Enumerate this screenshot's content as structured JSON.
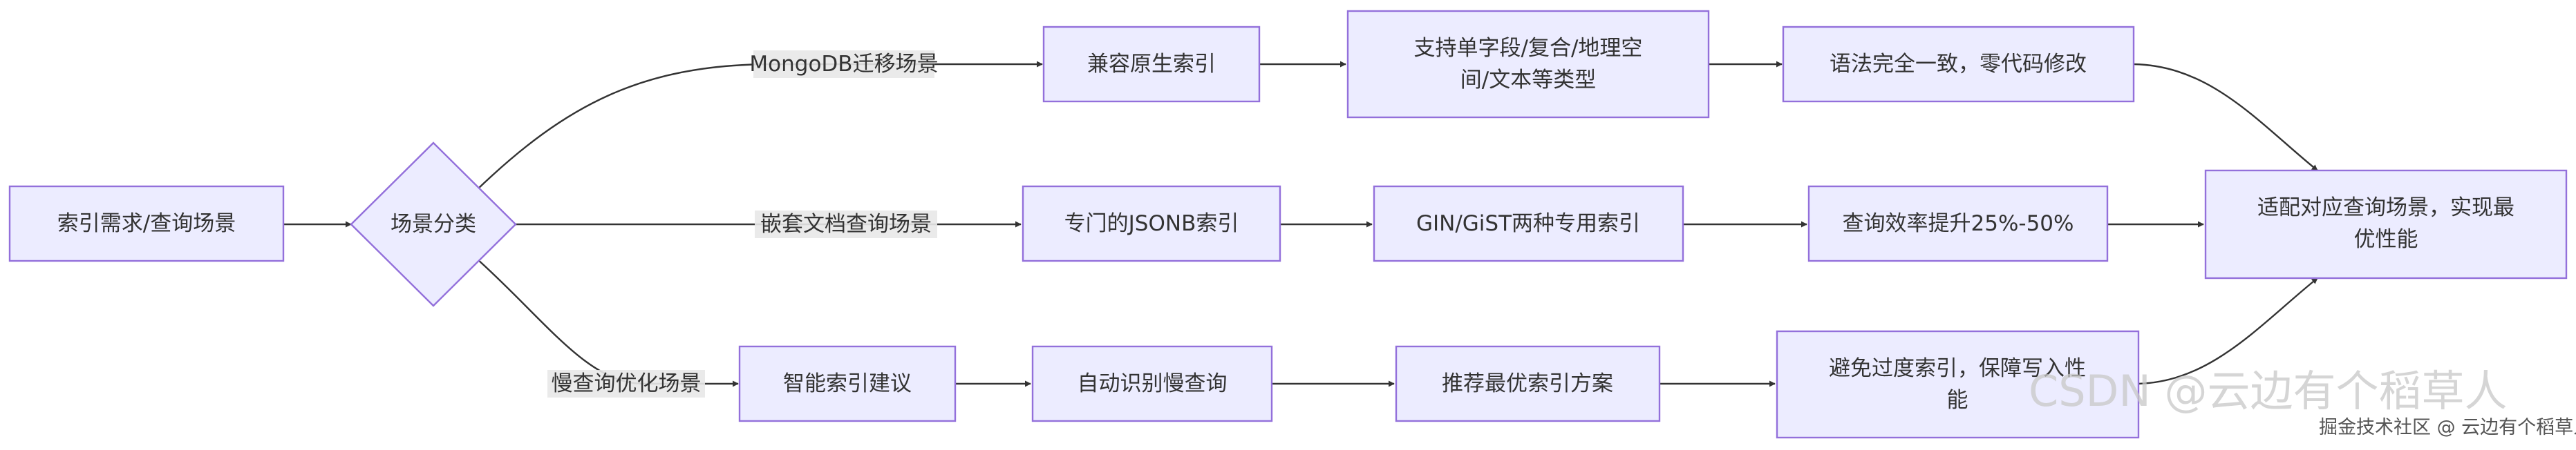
{
  "diagram": {
    "nodes": {
      "start": {
        "lines": [
          "索引需求/查询场景"
        ]
      },
      "decision": {
        "lines": [
          "场景分类"
        ]
      },
      "mongo_compat": {
        "lines": [
          "兼容原生索引"
        ]
      },
      "mongo_types": {
        "lines": [
          "支持单字段/复合/地理空",
          "间/文本等类型"
        ]
      },
      "mongo_syntax": {
        "lines": [
          "语法完全一致，零代码修改"
        ]
      },
      "jsonb_index": {
        "lines": [
          "专门的JSONB索引"
        ]
      },
      "gin_gist": {
        "lines": [
          "GIN/GiST两种专用索引"
        ]
      },
      "jsonb_perf": {
        "lines": [
          "查询效率提升25%-50%"
        ]
      },
      "result": {
        "lines": [
          "适配对应查询场景，实现最",
          "优性能"
        ]
      },
      "smart_advice": {
        "lines": [
          "智能索引建议"
        ]
      },
      "auto_detect": {
        "lines": [
          "自动识别慢查询"
        ]
      },
      "recommend": {
        "lines": [
          "推荐最优索引方案"
        ]
      },
      "avoid_over": {
        "lines": [
          "避免过度索引，保障写入性",
          "能"
        ]
      }
    },
    "edge_labels": {
      "mongo": "MongoDB迁移场景",
      "nested": "嵌套文档查询场景",
      "slow": "慢查询优化场景"
    },
    "colors": {
      "node_fill": "#ECECFF",
      "node_stroke": "#9370DB",
      "edge": "#333333",
      "label_bg": "#e8e8e8"
    }
  },
  "watermark": {
    "main": "CSDN @云边有个稻草人",
    "sub": "掘金技术社区 @ 云边有个稻草人"
  }
}
